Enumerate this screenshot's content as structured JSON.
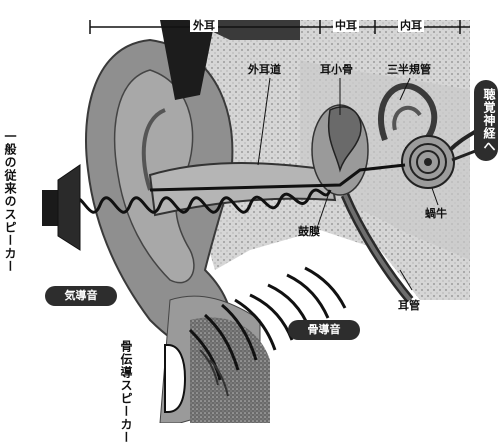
{
  "regions": {
    "outer_ear": "外耳",
    "middle_ear": "中耳",
    "inner_ear": "内耳"
  },
  "labels": {
    "ear_canal": "外耳道",
    "ossicles": "耳小骨",
    "semicircular_canals": "三半規管",
    "eardrum": "鼓膜",
    "cochlea": "蝸牛",
    "eustachian_tube": "耳管",
    "to_auditory_nerve": "聴覚神経へ",
    "conventional_speaker": "一般の従来のスピーカー",
    "air_conduction": "気導音",
    "bone_conduction": "骨導音",
    "bone_speaker": "骨伝導スピーカー"
  },
  "colors": {
    "tag_bg": "#2d2d2d",
    "skin": "#8f8f8f",
    "dark": "#1c1c1c",
    "light_tissue": "#d9d9d9"
  }
}
